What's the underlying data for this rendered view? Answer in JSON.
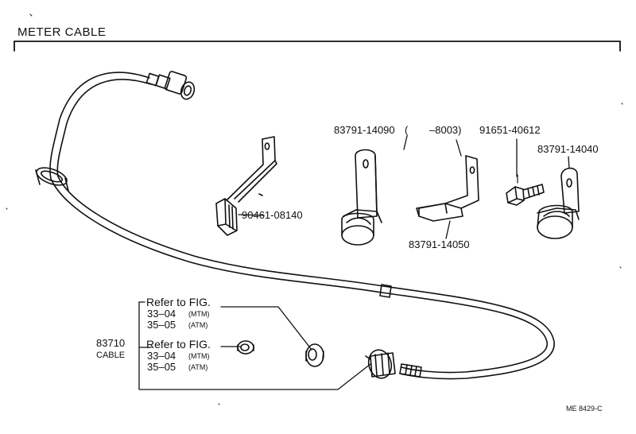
{
  "title": "METER CABLE",
  "parts": {
    "bracket_a": "90461-08140",
    "clamp_a": "83791-14090",
    "clamp_a_range_open": "(",
    "clamp_a_range_close": "–8003)",
    "bracket_b": "83791-14050",
    "bolt": "91651-40612",
    "clamp_b": "83791-14040"
  },
  "cable": {
    "number": "83710",
    "name": "CABLE"
  },
  "refs": [
    {
      "title": "Refer to FIG.",
      "lines": [
        {
          "fig": "33–04",
          "note": "(MTM)"
        },
        {
          "fig": "35–05",
          "note": "(ATM)"
        }
      ]
    },
    {
      "title": "Refer to FIG.",
      "lines": [
        {
          "fig": "33–04",
          "note": "(MTM)"
        },
        {
          "fig": "35–05",
          "note": "(ATM)"
        }
      ]
    }
  ],
  "drawing_code": "ME 8429-C",
  "colors": {
    "ink": "#111111",
    "background": "#ffffff"
  }
}
